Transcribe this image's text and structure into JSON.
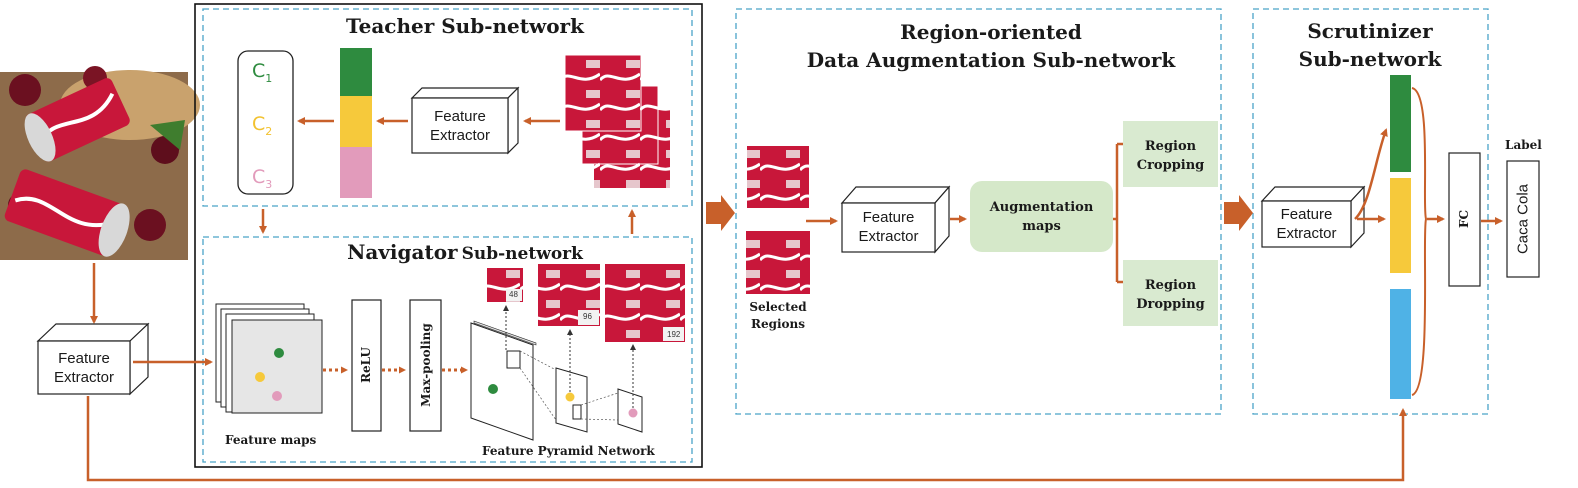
{
  "titles": {
    "teacher": "Teacher Sub-network",
    "navigator_bold": "Navigator",
    "navigator_rest": "Sub-network",
    "region_line1": "Region-oriented",
    "region_line2": "Data Augmentation Sub-network",
    "scrutinizer_line1": "Scrutinizer",
    "scrutinizer_line2": "Sub-network"
  },
  "feature_extractor": {
    "line1": "Feature",
    "line2": "Extractor"
  },
  "classes": {
    "c": "C",
    "s1": "1",
    "s2": "2",
    "s3": "3"
  },
  "navigator": {
    "feature_maps": "Feature maps",
    "relu": "ReLU",
    "maxpool": "Max-pooling",
    "fpn": "Feature Pyramid Network",
    "scales": [
      "48",
      "96",
      "192"
    ]
  },
  "region": {
    "selected_line1": "Selected",
    "selected_line2": "Regions",
    "aug_line1": "Augmentation",
    "aug_line2": "maps",
    "crop_line1": "Region",
    "crop_line2": "Cropping",
    "drop_line1": "Region",
    "drop_line2": "Dropping"
  },
  "scrutinizer": {
    "fc": "FC",
    "label_header": "Label",
    "label_value": "Caca Cola"
  },
  "colors": {
    "arrow": "#c8602a",
    "dashed": "#4aa3c8",
    "green": "#2e8b3f",
    "yellow": "#f6c93b",
    "pink": "#e29bbb",
    "blue": "#4fb2e6",
    "aug_fill": "#d5e8c9",
    "region_fill": "#d9ead0",
    "can_red": "#c8173a"
  }
}
